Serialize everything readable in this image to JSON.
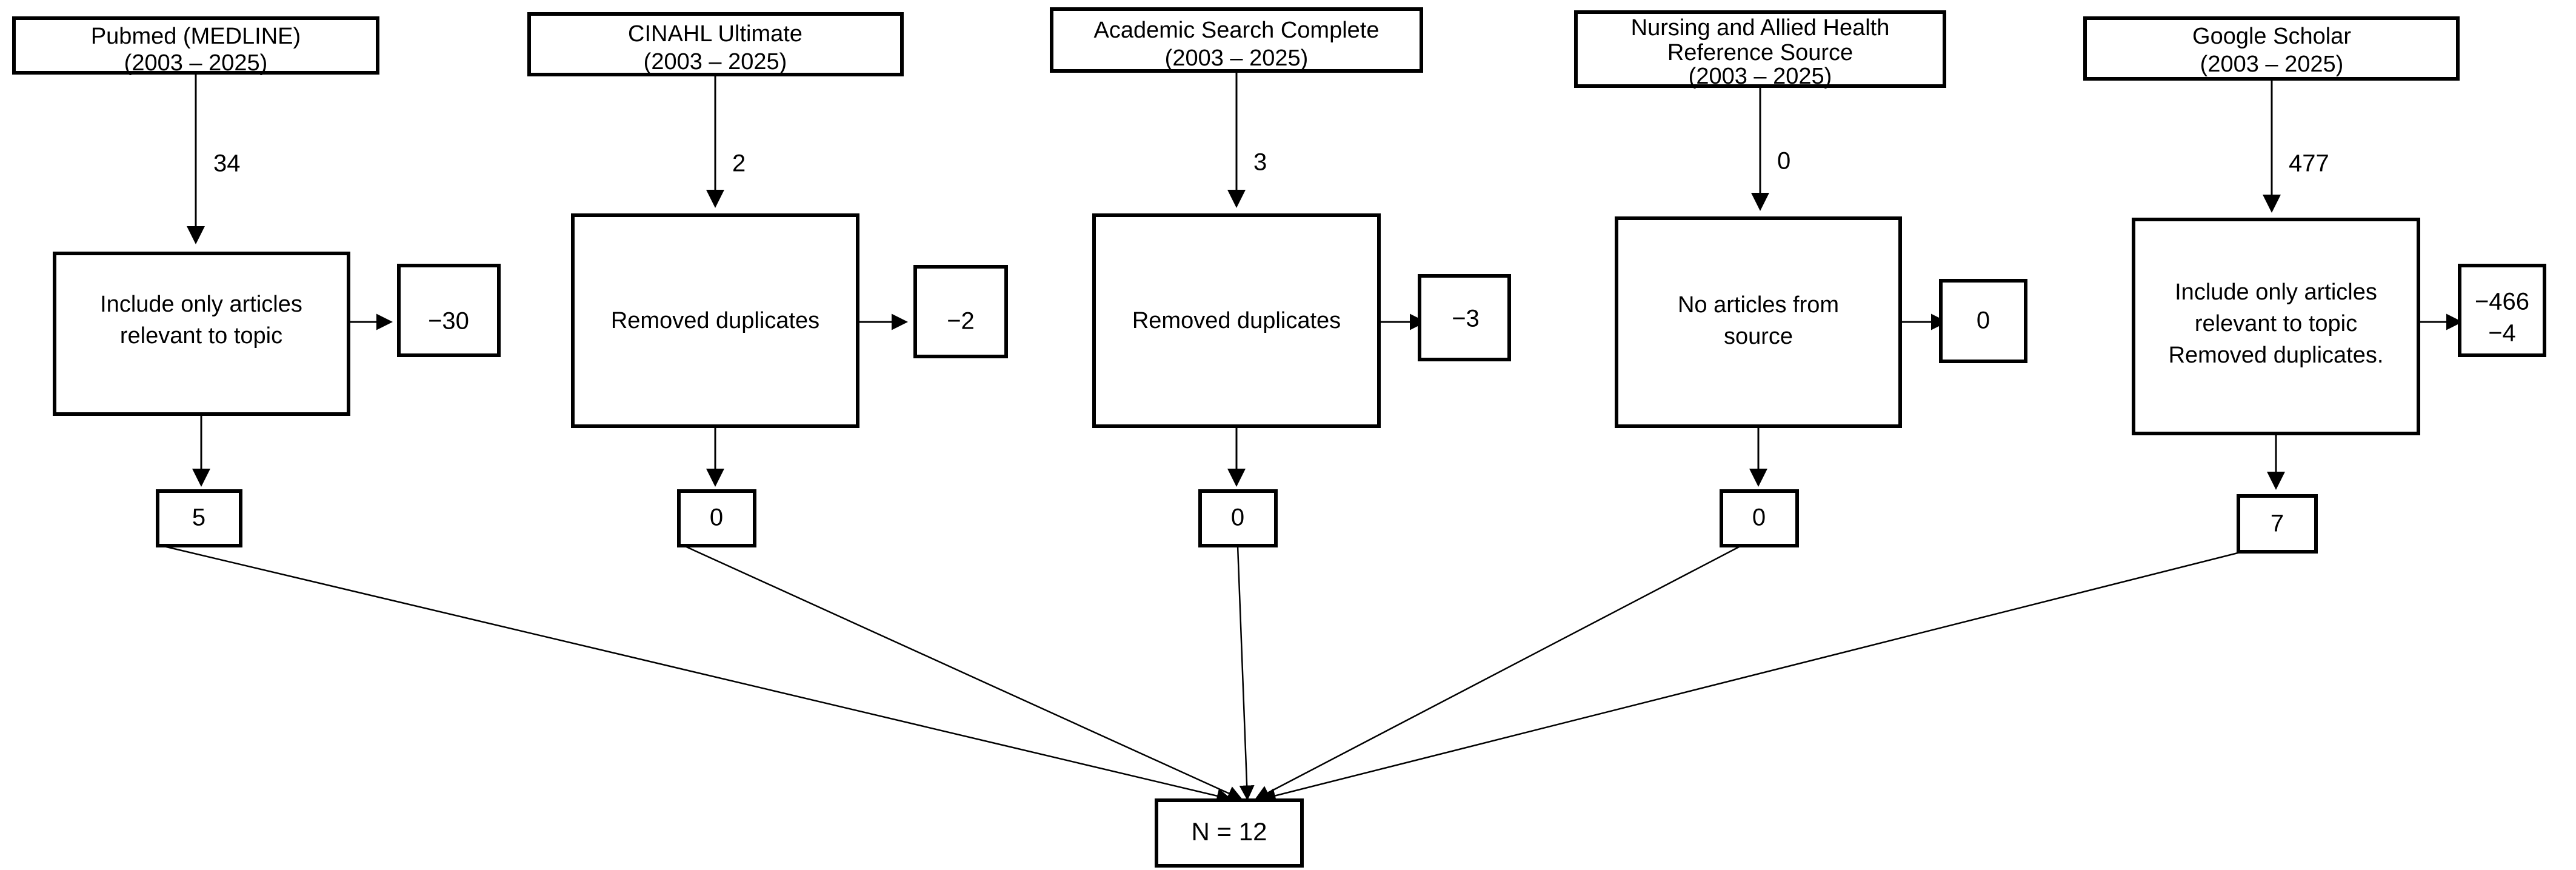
{
  "diagram": {
    "title": "Literature search flow diagram",
    "type": "prisma-flow",
    "final": {
      "label": "N = 12"
    },
    "columns": [
      {
        "id": "pubmed",
        "source": {
          "line1": "Pubmed (MEDLINE)",
          "line2": "(2003 – 2025)"
        },
        "edge_from_source": "34",
        "process": {
          "line1": "Include only articles",
          "line2": "relevant to topic"
        },
        "excluded": {
          "line1": "−30"
        },
        "result": "5"
      },
      {
        "id": "cinahl",
        "source": {
          "line1": "CINAHL Ultimate",
          "line2": "(2003 – 2025)"
        },
        "edge_from_source": "2",
        "process": {
          "line1": "Removed duplicates",
          "line2": ""
        },
        "excluded": {
          "line1": "−2"
        },
        "result": "0"
      },
      {
        "id": "academic-search-complete",
        "source": {
          "line1": "Academic Search Complete",
          "line2": "(2003 – 2025)"
        },
        "edge_from_source": "3",
        "process": {
          "line1": "Removed duplicates",
          "line2": ""
        },
        "excluded": {
          "line1": "−3"
        },
        "result": "0"
      },
      {
        "id": "nursing-allied-health",
        "source": {
          "line1": "Nursing and Allied Health",
          "line2": "Reference Source",
          "line3": "(2003 – 2025)"
        },
        "edge_from_source": "0",
        "process": {
          "line1": "No articles from",
          "line2": "source"
        },
        "excluded": {
          "line1": "0"
        },
        "result": "0"
      },
      {
        "id": "google-scholar",
        "source": {
          "line1": "Google Scholar",
          "line2": "(2003 – 2025)"
        },
        "edge_from_source": "477",
        "process": {
          "line1": "Include only articles",
          "line2": "relevant to topic",
          "line3": "Removed duplicates."
        },
        "excluded": {
          "line1": "−466",
          "line2": "−4"
        },
        "result": "7"
      }
    ],
    "colors": {
      "stroke": "#000000",
      "fill": "#ffffff",
      "text": "#000000"
    }
  }
}
